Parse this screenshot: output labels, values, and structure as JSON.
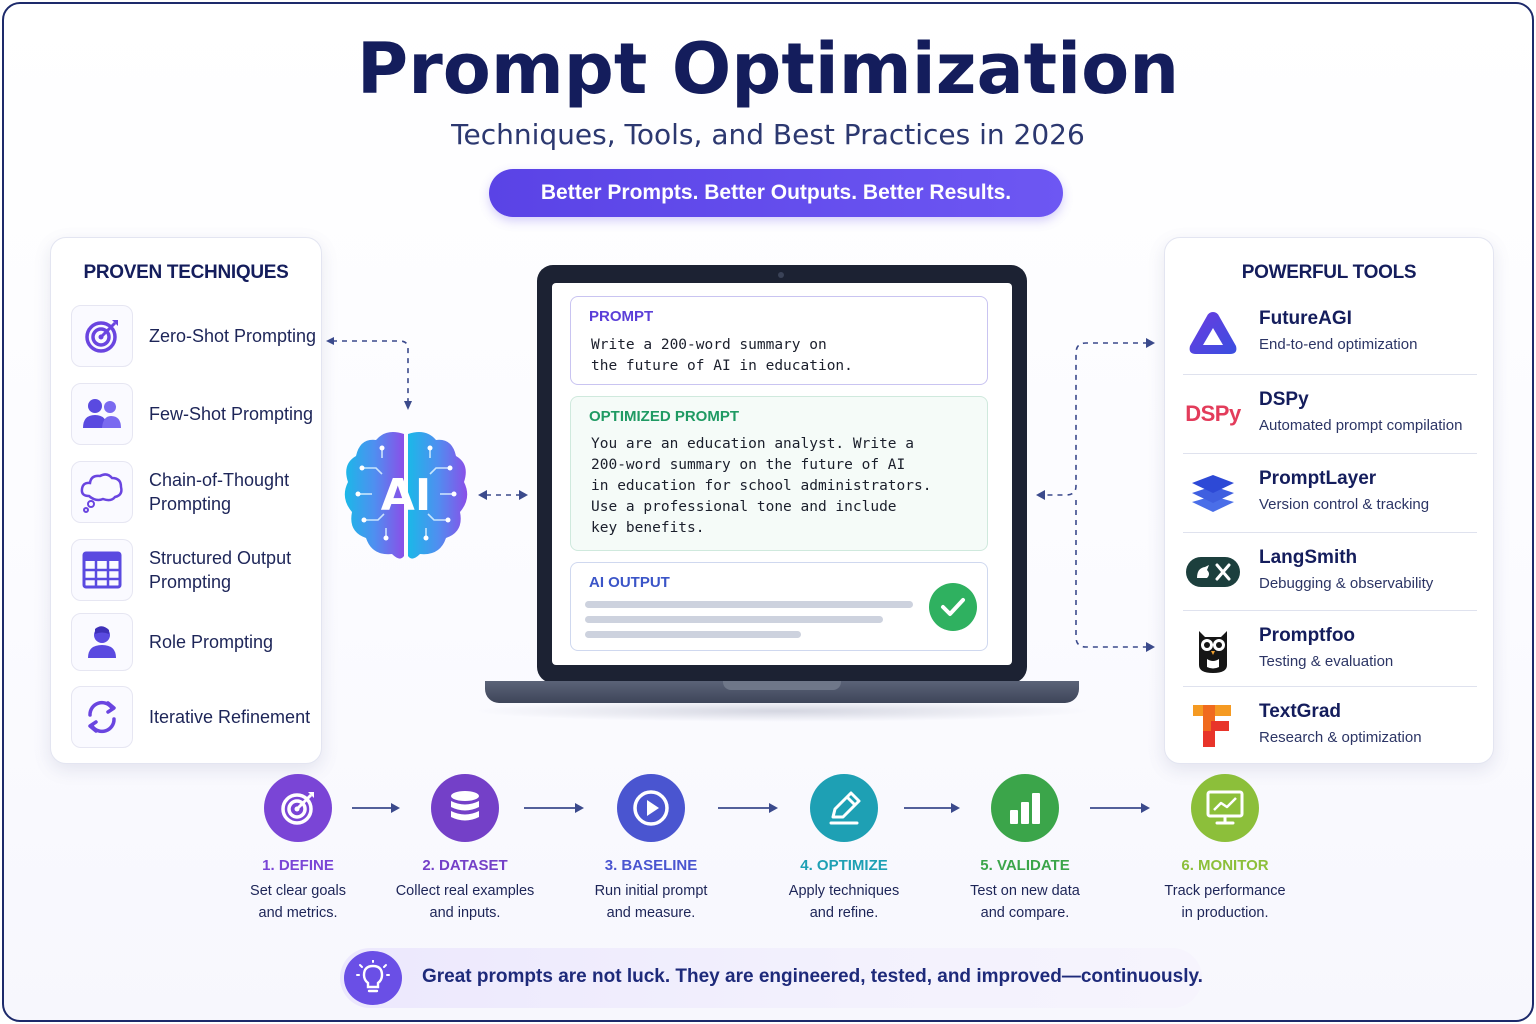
{
  "header": {
    "title": "Prompt Optimization",
    "subtitle": "Techniques, Tools, and Best Practices in 2026",
    "tagline": "Better Prompts. Better Outputs. Better Results."
  },
  "techniques": {
    "title": "PROVEN TECHNIQUES",
    "items": [
      {
        "label": "Zero-Shot Prompting",
        "icon": "target-icon"
      },
      {
        "label": "Few-Shot Prompting",
        "icon": "users-icon"
      },
      {
        "label": "Chain-of-Thought Prompting",
        "icon": "thought-bubble-icon"
      },
      {
        "label": "Structured Output Prompting",
        "icon": "table-icon"
      },
      {
        "label": "Role Prompting",
        "icon": "user-icon"
      },
      {
        "label": "Iterative Refinement",
        "icon": "refresh-icon"
      }
    ]
  },
  "brain": {
    "label": "AI",
    "icon": "ai-brain-icon"
  },
  "laptop": {
    "prompt": {
      "label": "PROMPT",
      "text": "Write a 200-word summary on\nthe future of AI in education."
    },
    "optimized": {
      "label": "OPTIMIZED PROMPT",
      "text": "You are an education analyst. Write a\n200-word summary on the future of AI\nin education for school administrators.\nUse a professional tone and include\nkey benefits."
    },
    "output": {
      "label": "AI OUTPUT",
      "icon": "checkmark-icon"
    }
  },
  "tools": {
    "title": "POWERFUL TOOLS",
    "items": [
      {
        "name": "FutureAGI",
        "desc": "End-to-end optimization",
        "icon": "futureagi-logo-icon"
      },
      {
        "name": "DSPy",
        "desc": "Automated prompt compilation",
        "icon": "dspy-logo-icon",
        "logo_text": "DSPy"
      },
      {
        "name": "PromptLayer",
        "desc": "Version control & tracking",
        "icon": "layers-logo-icon"
      },
      {
        "name": "LangSmith",
        "desc": "Debugging & observability",
        "icon": "langsmith-logo-icon"
      },
      {
        "name": "Promptfoo",
        "desc": "Testing & evaluation",
        "icon": "owl-logo-icon"
      },
      {
        "name": "TextGrad",
        "desc": "Research & optimization",
        "icon": "textgrad-logo-icon"
      }
    ]
  },
  "steps": [
    {
      "title": "1. DEFINE",
      "desc1": "Set clear goals",
      "desc2": "and metrics.",
      "color": "#7a45d6",
      "icon": "target-icon"
    },
    {
      "title": "2. DATASET",
      "desc1": "Collect real examples",
      "desc2": "and inputs.",
      "color": "#7440c8",
      "icon": "database-icon"
    },
    {
      "title": "3. BASELINE",
      "desc1": "Run initial prompt",
      "desc2": "and measure.",
      "color": "#4a55d0",
      "icon": "play-icon"
    },
    {
      "title": "4. OPTIMIZE",
      "desc1": "Apply techniques",
      "desc2": "and refine.",
      "color": "#1ea0b4",
      "icon": "pencil-icon"
    },
    {
      "title": "5. VALIDATE",
      "desc1": "Test on new data",
      "desc2": "and compare.",
      "color": "#3ba54a",
      "icon": "bar-chart-icon"
    },
    {
      "title": "6. MONITOR",
      "desc1": "Track performance",
      "desc2": "in production.",
      "color": "#8cbf3a",
      "icon": "monitor-chart-icon"
    }
  ],
  "banner": {
    "text": "Great prompts are not luck. They are engineered, tested, and improved—continuously.",
    "icon": "lightbulb-icon"
  },
  "colors": {
    "navy": "#141d5c",
    "accent": "#5a43e6",
    "prompt_label": "#5b3fd8",
    "optimized_label": "#1f9a63",
    "output_label": "#3b55c8",
    "success": "#2fb160"
  }
}
